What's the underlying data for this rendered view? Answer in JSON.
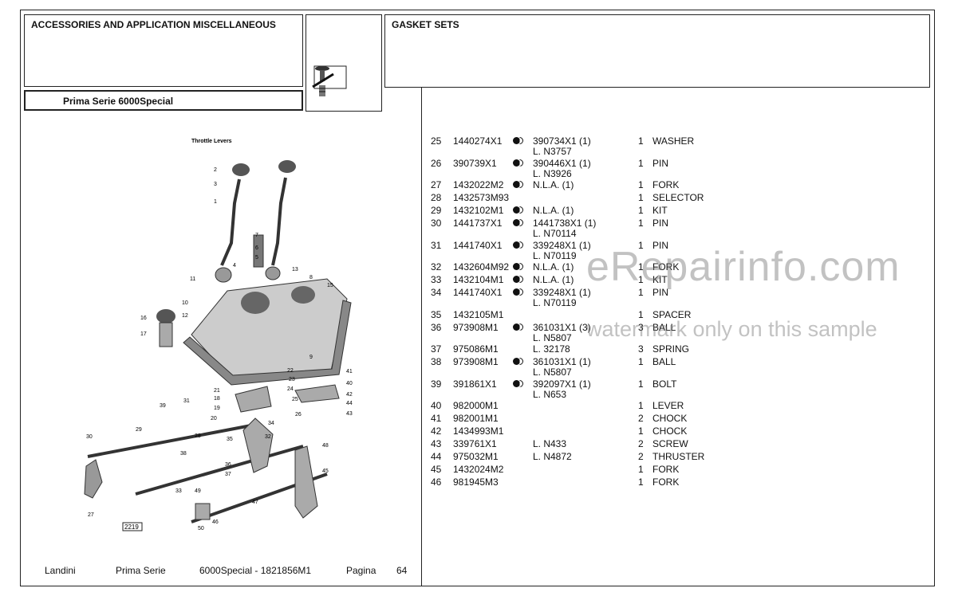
{
  "header": {
    "left_title": "ACCESSORIES AND APPLICATION MISCELLANEOUS",
    "right_title": "GASKET SETS",
    "series": "Prima Serie  6000Special"
  },
  "diagram": {
    "title": "Throttle Levers",
    "ref_code": "2219",
    "callouts": [
      "1",
      "2",
      "3",
      "4",
      "5",
      "6",
      "7",
      "8",
      "9",
      "10",
      "11",
      "12",
      "13",
      "15",
      "16",
      "17",
      "18",
      "19",
      "20",
      "21",
      "22",
      "23",
      "24",
      "25",
      "26",
      "27",
      "28",
      "29",
      "30",
      "31",
      "32",
      "33",
      "34",
      "35",
      "36",
      "37",
      "38",
      "39",
      "40",
      "41",
      "42",
      "43",
      "44",
      "45",
      "46",
      "47",
      "48",
      "49",
      "50"
    ]
  },
  "parts": [
    {
      "no": "25",
      "part": "1440274X1",
      "dot": true,
      "ref": "390734X1  (1)",
      "sub": "L. N3757",
      "qty": "1",
      "desc": "WASHER"
    },
    {
      "no": "26",
      "part": "390739X1",
      "dot": true,
      "ref": "390446X1  (1)",
      "sub": "L. N3926",
      "qty": "1",
      "desc": "PIN"
    },
    {
      "no": "27",
      "part": "1432022M2",
      "dot": true,
      "ref": "N.L.A.  (1)",
      "sub": "",
      "qty": "1",
      "desc": "FORK"
    },
    {
      "no": "28",
      "part": "1432573M93",
      "dot": false,
      "ref": "",
      "sub": "",
      "qty": "1",
      "desc": "SELECTOR"
    },
    {
      "no": "29",
      "part": "1432102M1",
      "dot": true,
      "ref": "N.L.A.  (1)",
      "sub": "",
      "qty": "1",
      "desc": "KIT"
    },
    {
      "no": "30",
      "part": "1441737X1",
      "dot": true,
      "ref": "1441738X1  (1)",
      "sub": "L. N70114",
      "qty": "1",
      "desc": "PIN"
    },
    {
      "no": "31",
      "part": "1441740X1",
      "dot": true,
      "ref": "339248X1  (1)",
      "sub": "L. N70119",
      "qty": "1",
      "desc": "PIN"
    },
    {
      "no": "32",
      "part": "1432604M92",
      "dot": true,
      "ref": "N.L.A.  (1)",
      "sub": "",
      "qty": "1",
      "desc": "FORK"
    },
    {
      "no": "33",
      "part": "1432104M1",
      "dot": true,
      "ref": "N.L.A.  (1)",
      "sub": "",
      "qty": "1",
      "desc": "KIT"
    },
    {
      "no": "34",
      "part": "1441740X1",
      "dot": true,
      "ref": "339248X1  (1)",
      "sub": "L. N70119",
      "qty": "1",
      "desc": "PIN"
    },
    {
      "no": "35",
      "part": "1432105M1",
      "dot": false,
      "ref": "",
      "sub": "",
      "qty": "1",
      "desc": "SPACER"
    },
    {
      "no": "36",
      "part": "973908M1",
      "dot": true,
      "ref": "361031X1  (3)",
      "sub": "L. N5807",
      "qty": "3",
      "desc": "BALL"
    },
    {
      "no": "37",
      "part": "975086M1",
      "dot": false,
      "ref": "L. 32178",
      "sub": "",
      "qty": "3",
      "desc": "SPRING"
    },
    {
      "no": "38",
      "part": "973908M1",
      "dot": true,
      "ref": "361031X1  (1)",
      "sub": "L. N5807",
      "qty": "1",
      "desc": "BALL"
    },
    {
      "no": "39",
      "part": "391861X1",
      "dot": true,
      "ref": "392097X1  (1)",
      "sub": "L. N653",
      "qty": "1",
      "desc": "BOLT"
    },
    {
      "no": "40",
      "part": "982000M1",
      "dot": false,
      "ref": "",
      "sub": "",
      "qty": "1",
      "desc": "LEVER"
    },
    {
      "no": "41",
      "part": "982001M1",
      "dot": false,
      "ref": "",
      "sub": "",
      "qty": "2",
      "desc": "CHOCK"
    },
    {
      "no": "42",
      "part": "1434993M1",
      "dot": false,
      "ref": "",
      "sub": "",
      "qty": "1",
      "desc": "CHOCK"
    },
    {
      "no": "43",
      "part": "339761X1",
      "dot": false,
      "ref": "L. N433",
      "sub": "",
      "qty": "2",
      "desc": "SCREW"
    },
    {
      "no": "44",
      "part": "975032M1",
      "dot": false,
      "ref": "L. N4872",
      "sub": "",
      "qty": "2",
      "desc": "THRUSTER"
    },
    {
      "no": "45",
      "part": "1432024M2",
      "dot": false,
      "ref": "",
      "sub": "",
      "qty": "1",
      "desc": "FORK"
    },
    {
      "no": "46",
      "part": "981945M3",
      "dot": false,
      "ref": "",
      "sub": "",
      "qty": "1",
      "desc": "FORK"
    }
  ],
  "footer": {
    "brand": "Landini",
    "series": "Prima Serie",
    "model": "6000Special - 1821856M1",
    "page_label": "Pagina",
    "page_no": "64"
  },
  "watermark": {
    "line1": "eRepairinfo.com",
    "line2": "watermark only on this sample"
  }
}
